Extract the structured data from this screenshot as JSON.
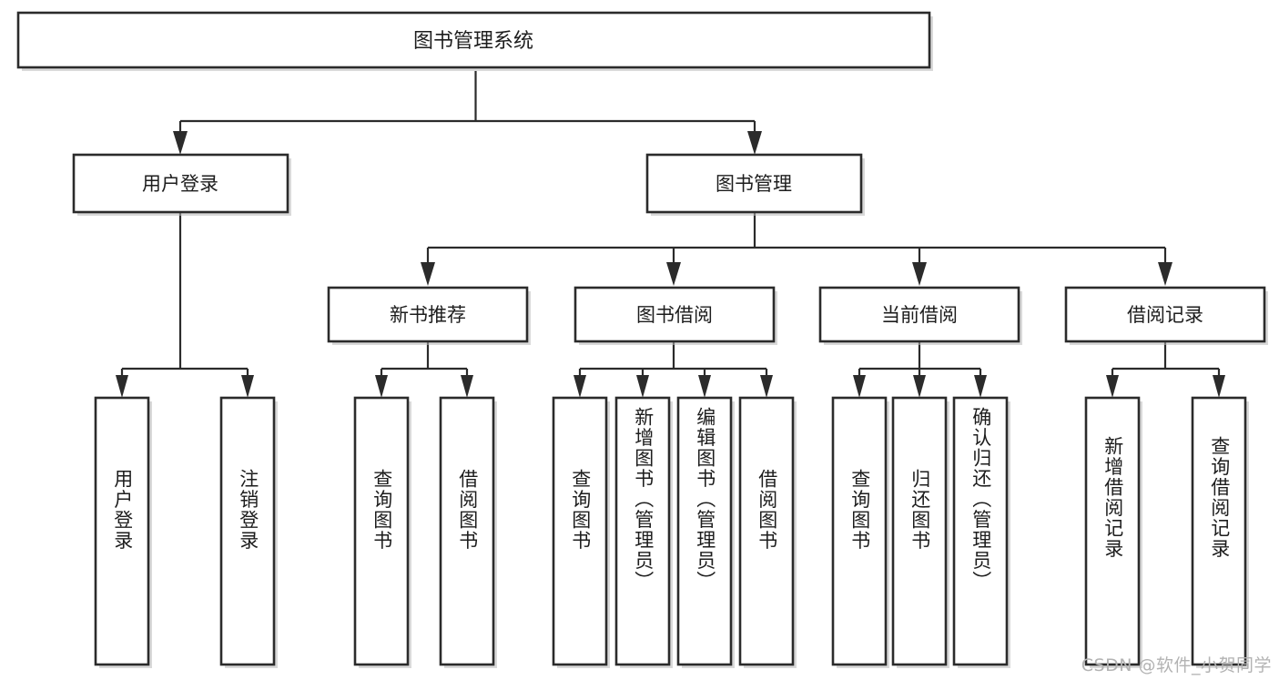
{
  "diagram": {
    "type": "tree-hierarchy",
    "title": "图书管理系统",
    "orientation": "top-down",
    "colors": {
      "box_stroke": "#2b2b2b",
      "box_fill": "#ffffff",
      "edge": "#2b2b2b",
      "text": "#1d1d1d",
      "watermark": "#b3b3b3"
    },
    "root": {
      "label": "图书管理系统"
    },
    "level2": [
      {
        "label": "用户登录"
      },
      {
        "label": "图书管理"
      }
    ],
    "level3": [
      {
        "label": "新书推荐"
      },
      {
        "label": "图书借阅"
      },
      {
        "label": "当前借阅"
      },
      {
        "label": "借阅记录"
      }
    ],
    "leaves": {
      "user_login": [
        {
          "label": "用户登录"
        },
        {
          "label": "注销登录"
        }
      ],
      "new_book_recommend": [
        {
          "label": "查询图书"
        },
        {
          "label": "借阅图书"
        }
      ],
      "book_borrow": [
        {
          "label": "查询图书"
        },
        {
          "label": "新增图书（管理员）"
        },
        {
          "label": "编辑图书（管理员）"
        },
        {
          "label": "借阅图书"
        }
      ],
      "current_borrow": [
        {
          "label": "查询图书"
        },
        {
          "label": "归还图书"
        },
        {
          "label": "确认归还（管理员）"
        }
      ],
      "borrow_record": [
        {
          "label": "新增借阅记录"
        },
        {
          "label": "查询借阅记录"
        }
      ]
    }
  },
  "watermark": {
    "text": "CSDN @软件_小贺同学"
  }
}
